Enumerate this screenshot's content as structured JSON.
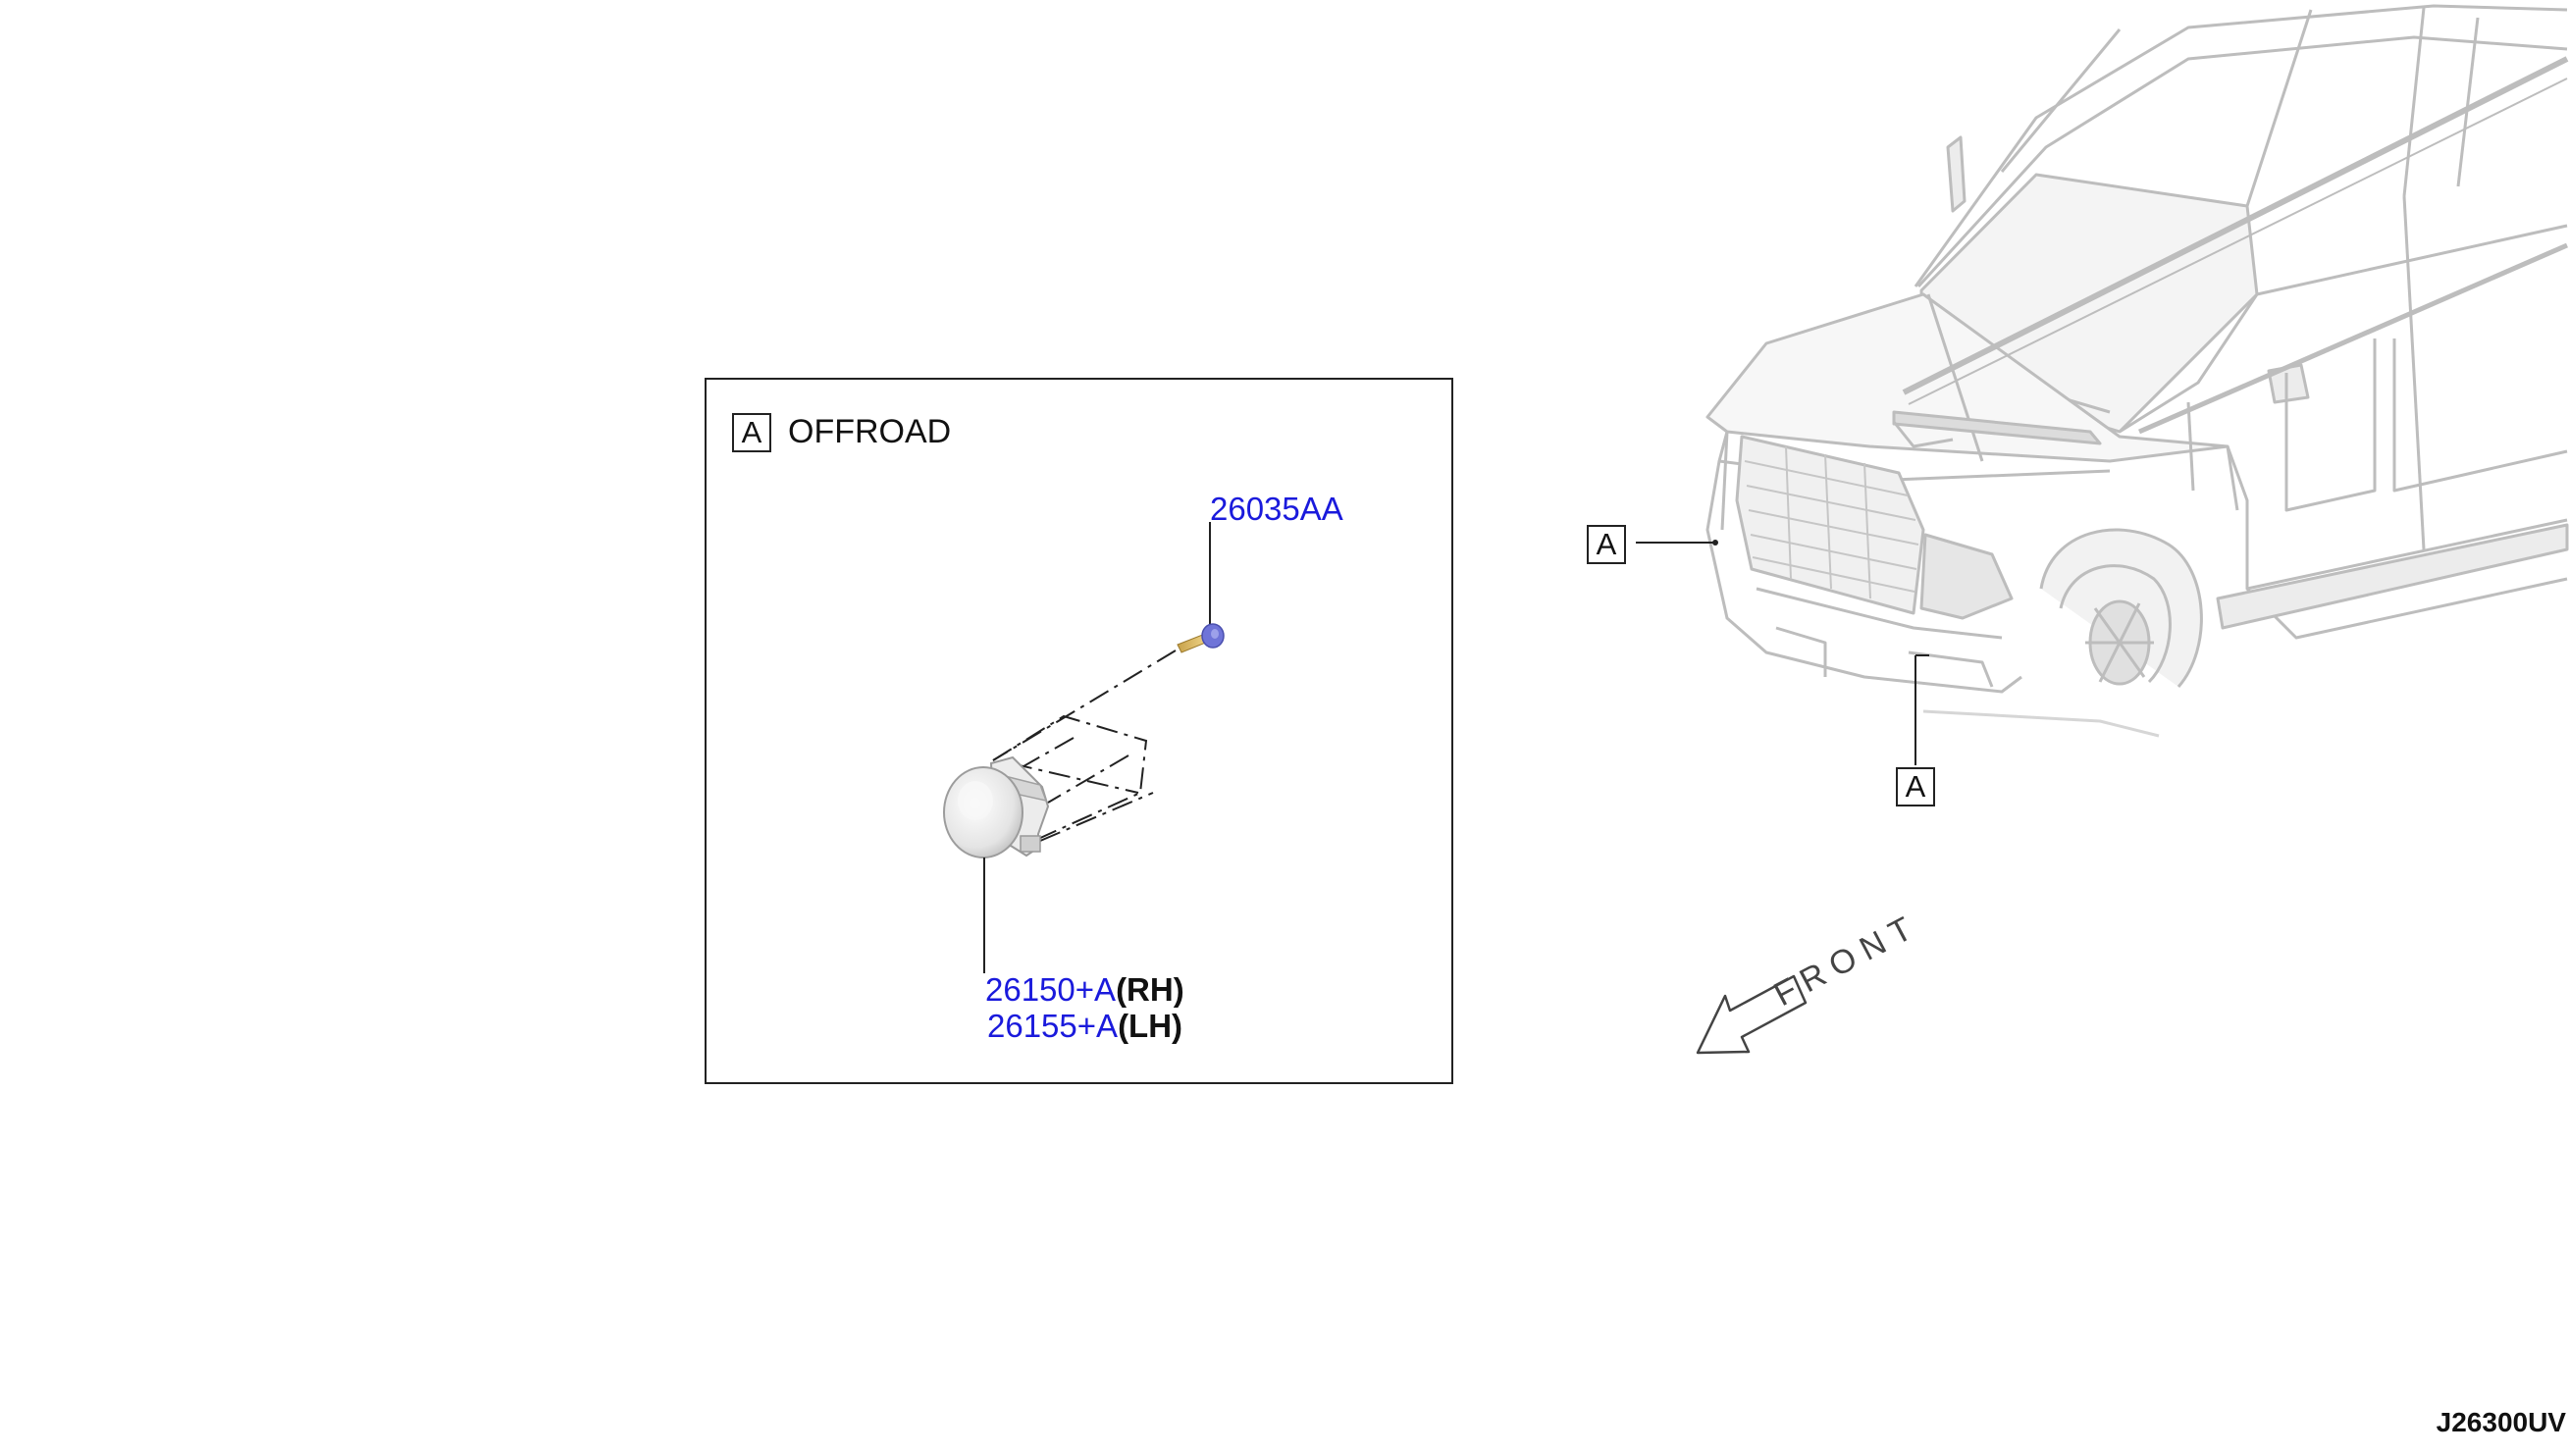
{
  "inset": {
    "section_letter": "A",
    "title": "OFFROAD"
  },
  "callouts": {
    "bolt_part": "26035AA",
    "lamp_rh_part": "26150+A",
    "lamp_rh_side": "(RH)",
    "lamp_lh_part": "26155+A",
    "lamp_lh_side": "(LH)"
  },
  "vehicle_refs": {
    "ref_left": "A",
    "ref_bottom": "A"
  },
  "direction": {
    "label": "FRONT"
  },
  "diagram_code": "J26300UV",
  "colors": {
    "part_number": "#1a1adc",
    "line": "#222222",
    "vehicle_outline": "#b8b8b8"
  }
}
